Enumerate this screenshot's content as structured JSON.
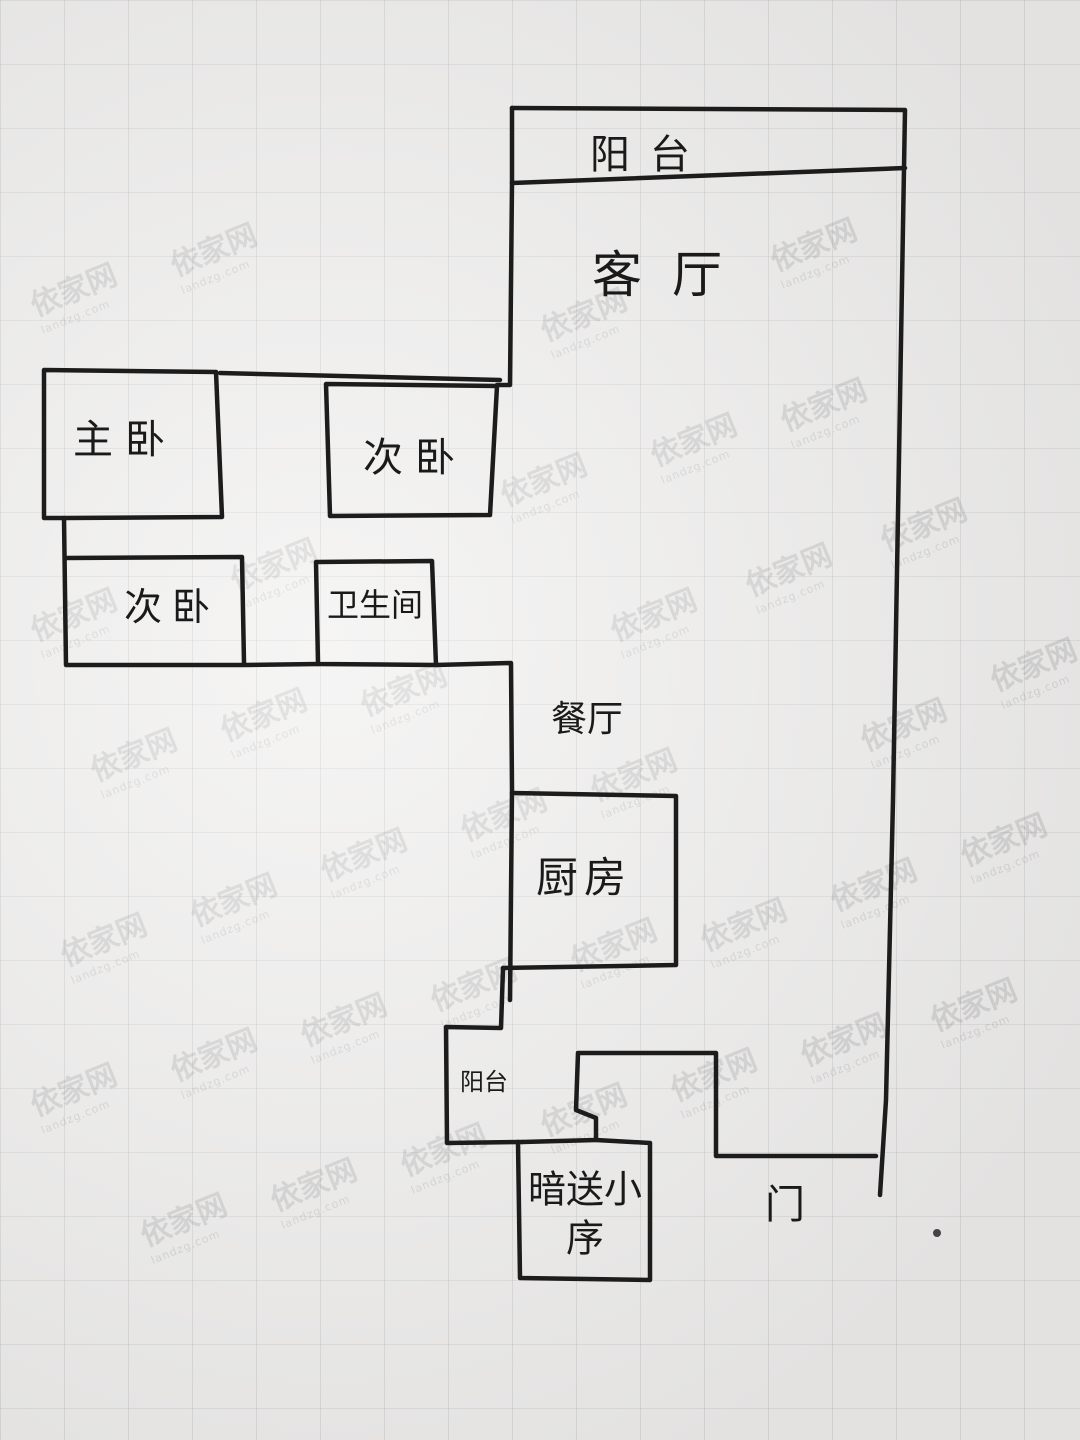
{
  "rooms": {
    "balcony": "阳台",
    "living_room": "客厅",
    "master_bedroom": "主卧",
    "second_bedroom": "次卧",
    "second_bedroom_2": "次卧",
    "bathroom": "卫生间",
    "dining_room": "餐厅",
    "kitchen": "厨房",
    "small_balcony": "阳台",
    "storage": "暗送小序",
    "door": "门"
  },
  "watermark": {
    "brand": "依家网",
    "domain": "landzg.com"
  },
  "colors": {
    "ink": "#1c1c1c",
    "paper": "#f1f0ef",
    "grid": "#aaaaaf"
  }
}
